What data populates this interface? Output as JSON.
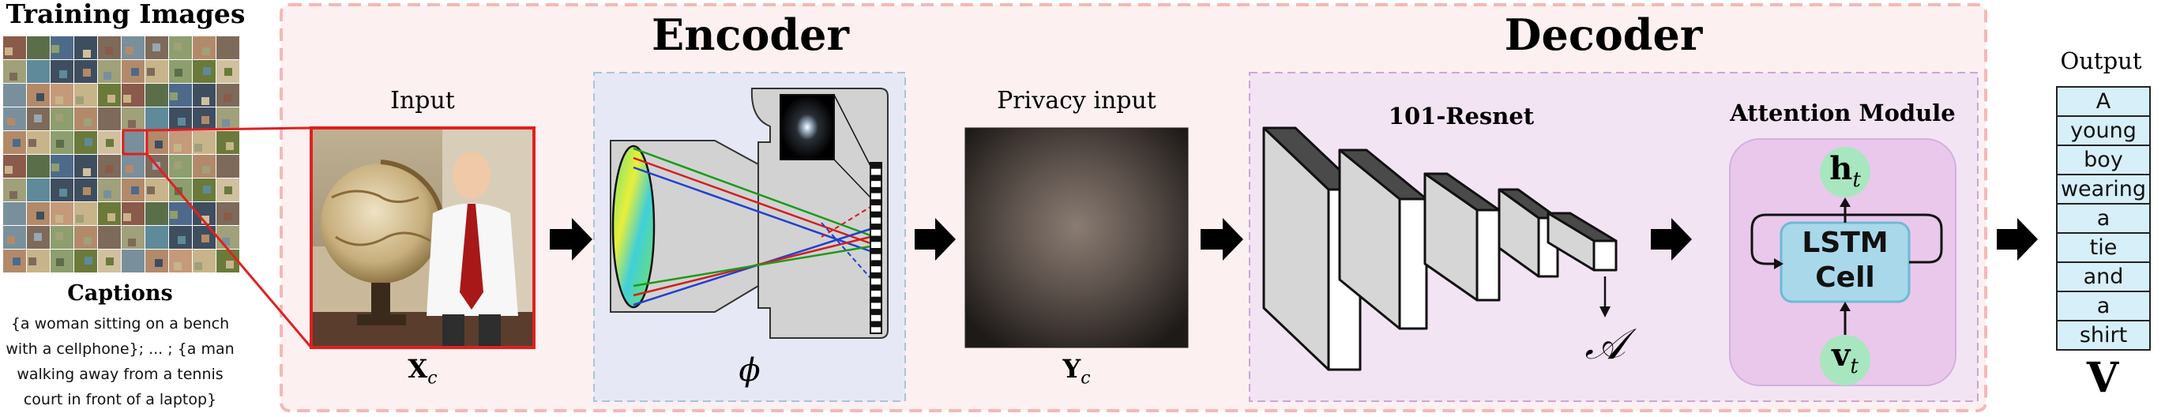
{
  "training": {
    "title": "Training Images",
    "captions_title": "Captions",
    "caption_lines": [
      "{a woman sitting on a bench",
      "with a cellphone}; ... ; {a man",
      "walking away from a tennis",
      "court in front of a laptop}"
    ]
  },
  "encoder": {
    "title": "Encoder",
    "input_label": "Input",
    "input_symbol": "X",
    "input_subscript": "c",
    "phi_symbol": "ϕ"
  },
  "privacy": {
    "label": "Privacy input",
    "symbol": "Y",
    "subscript": "c"
  },
  "decoder": {
    "title": "Decoder",
    "resnet_label": "101-Resnet",
    "feature_symbol": "𝒜",
    "attention_title": "Attention Module",
    "lstm_label_line1": "LSTM",
    "lstm_label_line2": "Cell",
    "h_symbol": "h",
    "h_subscript": "t",
    "v_symbol": "v",
    "v_subscript": "t"
  },
  "output": {
    "label": "Output",
    "words": [
      "A",
      "young",
      "boy",
      "wearing",
      "a",
      "tie",
      "and",
      "a",
      "shirt"
    ],
    "symbol": "V"
  },
  "colors": {
    "outer_panel_bg": "#fdf0f0",
    "outer_panel_border": "#f4b8b8",
    "encoder_panel_bg": "#e6e9f5",
    "decoder_panel_bg": "#f3e4f4",
    "attention_bg": "#e9c8ec",
    "lstm_fill": "#a9d8eb",
    "node_fill": "#a8e6c0",
    "output_cell_fill": "#d6eff8",
    "highlight_red": "#e02020"
  }
}
